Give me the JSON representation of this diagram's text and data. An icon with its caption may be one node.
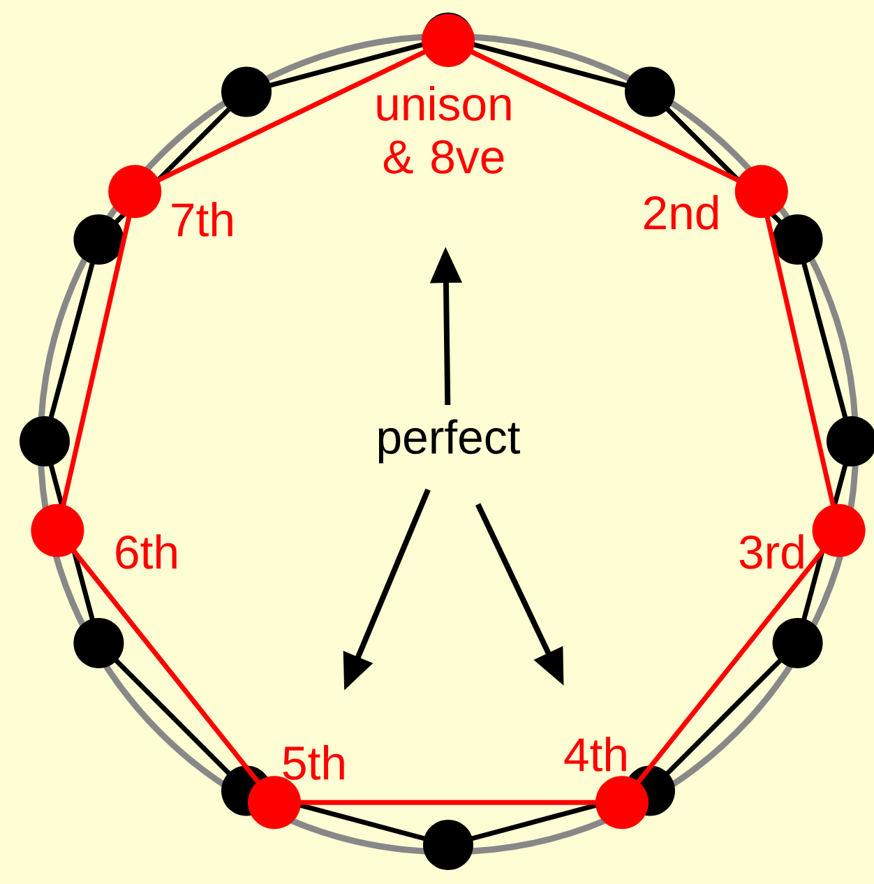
{
  "diagram": {
    "nodes": [
      {
        "text": [
          "perfect"
        ]
      },
      {
        "text": [
          "unison & 8ve"
        ]
      },
      {
        "text": [
          "5th"
        ]
      },
      {
        "text": [
          "4th"
        ]
      }
    ],
    "edges": [
      {
        "from": 0,
        "to": 1,
        "arrow": "to"
      },
      {
        "from": 0,
        "to": 2,
        "arrow": "to"
      },
      {
        "from": 0,
        "to": 3,
        "arrow": "to"
      }
    ],
    "labels": [
      "7th",
      "2nd",
      "6th",
      "3rd"
    ]
  }
}
